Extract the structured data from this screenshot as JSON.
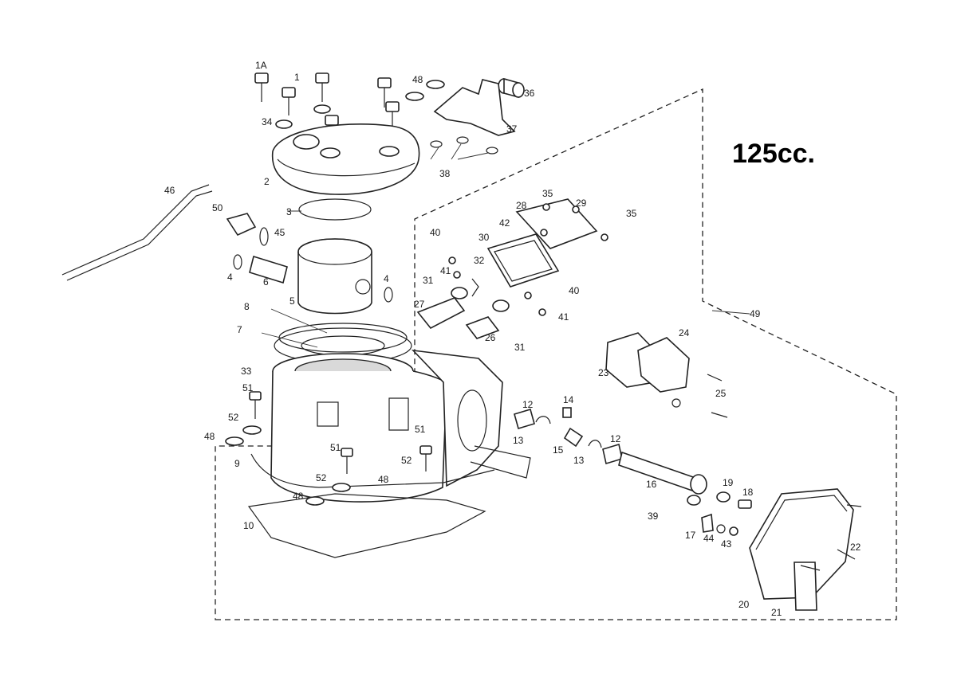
{
  "title": "125cc.",
  "labels": [
    "1A",
    "1",
    "48",
    "36",
    "34",
    "37",
    "38",
    "2",
    "3",
    "46",
    "50",
    "45",
    "4",
    "6",
    "5",
    "4",
    "8",
    "7",
    "33",
    "51",
    "52",
    "48",
    "9",
    "51",
    "52",
    "48",
    "10",
    "48",
    "51",
    "52",
    "40",
    "41",
    "32",
    "31",
    "27",
    "26",
    "31",
    "40",
    "41",
    "28",
    "35",
    "29",
    "42",
    "35",
    "30",
    "49",
    "24",
    "23",
    "25",
    "12",
    "14",
    "13",
    "15",
    "13",
    "12",
    "16",
    "19",
    "18",
    "39",
    "17",
    "44",
    "43",
    "22",
    "20",
    "21"
  ]
}
